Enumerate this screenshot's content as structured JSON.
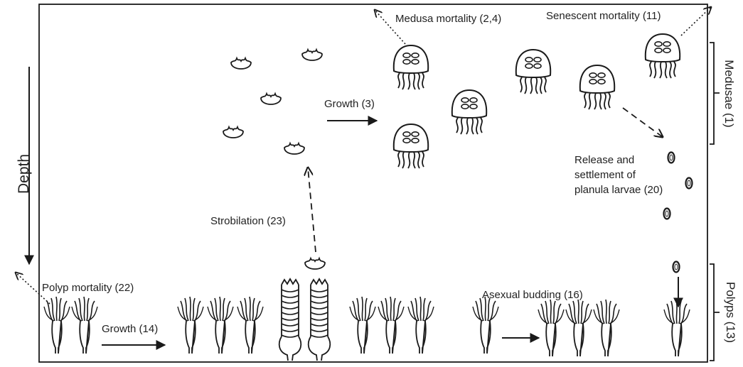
{
  "labels": {
    "medusa_mortality": "Medusa mortality (2,4)",
    "senescent_mortality": "Senescent mortality (11)",
    "growth_medusae": "Growth (3)",
    "release_line1": "Release and",
    "release_line2": "settlement of",
    "release_line3": "planula  larvae (20)",
    "strobilation": "Strobilation (23)",
    "polyp_mortality": "Polyp mortality (22)",
    "growth_polyps": "Growth  (14)",
    "asexual_budding": "Asexual budding (16)"
  },
  "side_labels": {
    "depth": "Depth",
    "medusae": "Medusae  (1)",
    "polyps": "Polyps (13)"
  },
  "colors": {
    "stroke": "#1a1a1a",
    "text": "#222222",
    "background": "#ffffff"
  }
}
